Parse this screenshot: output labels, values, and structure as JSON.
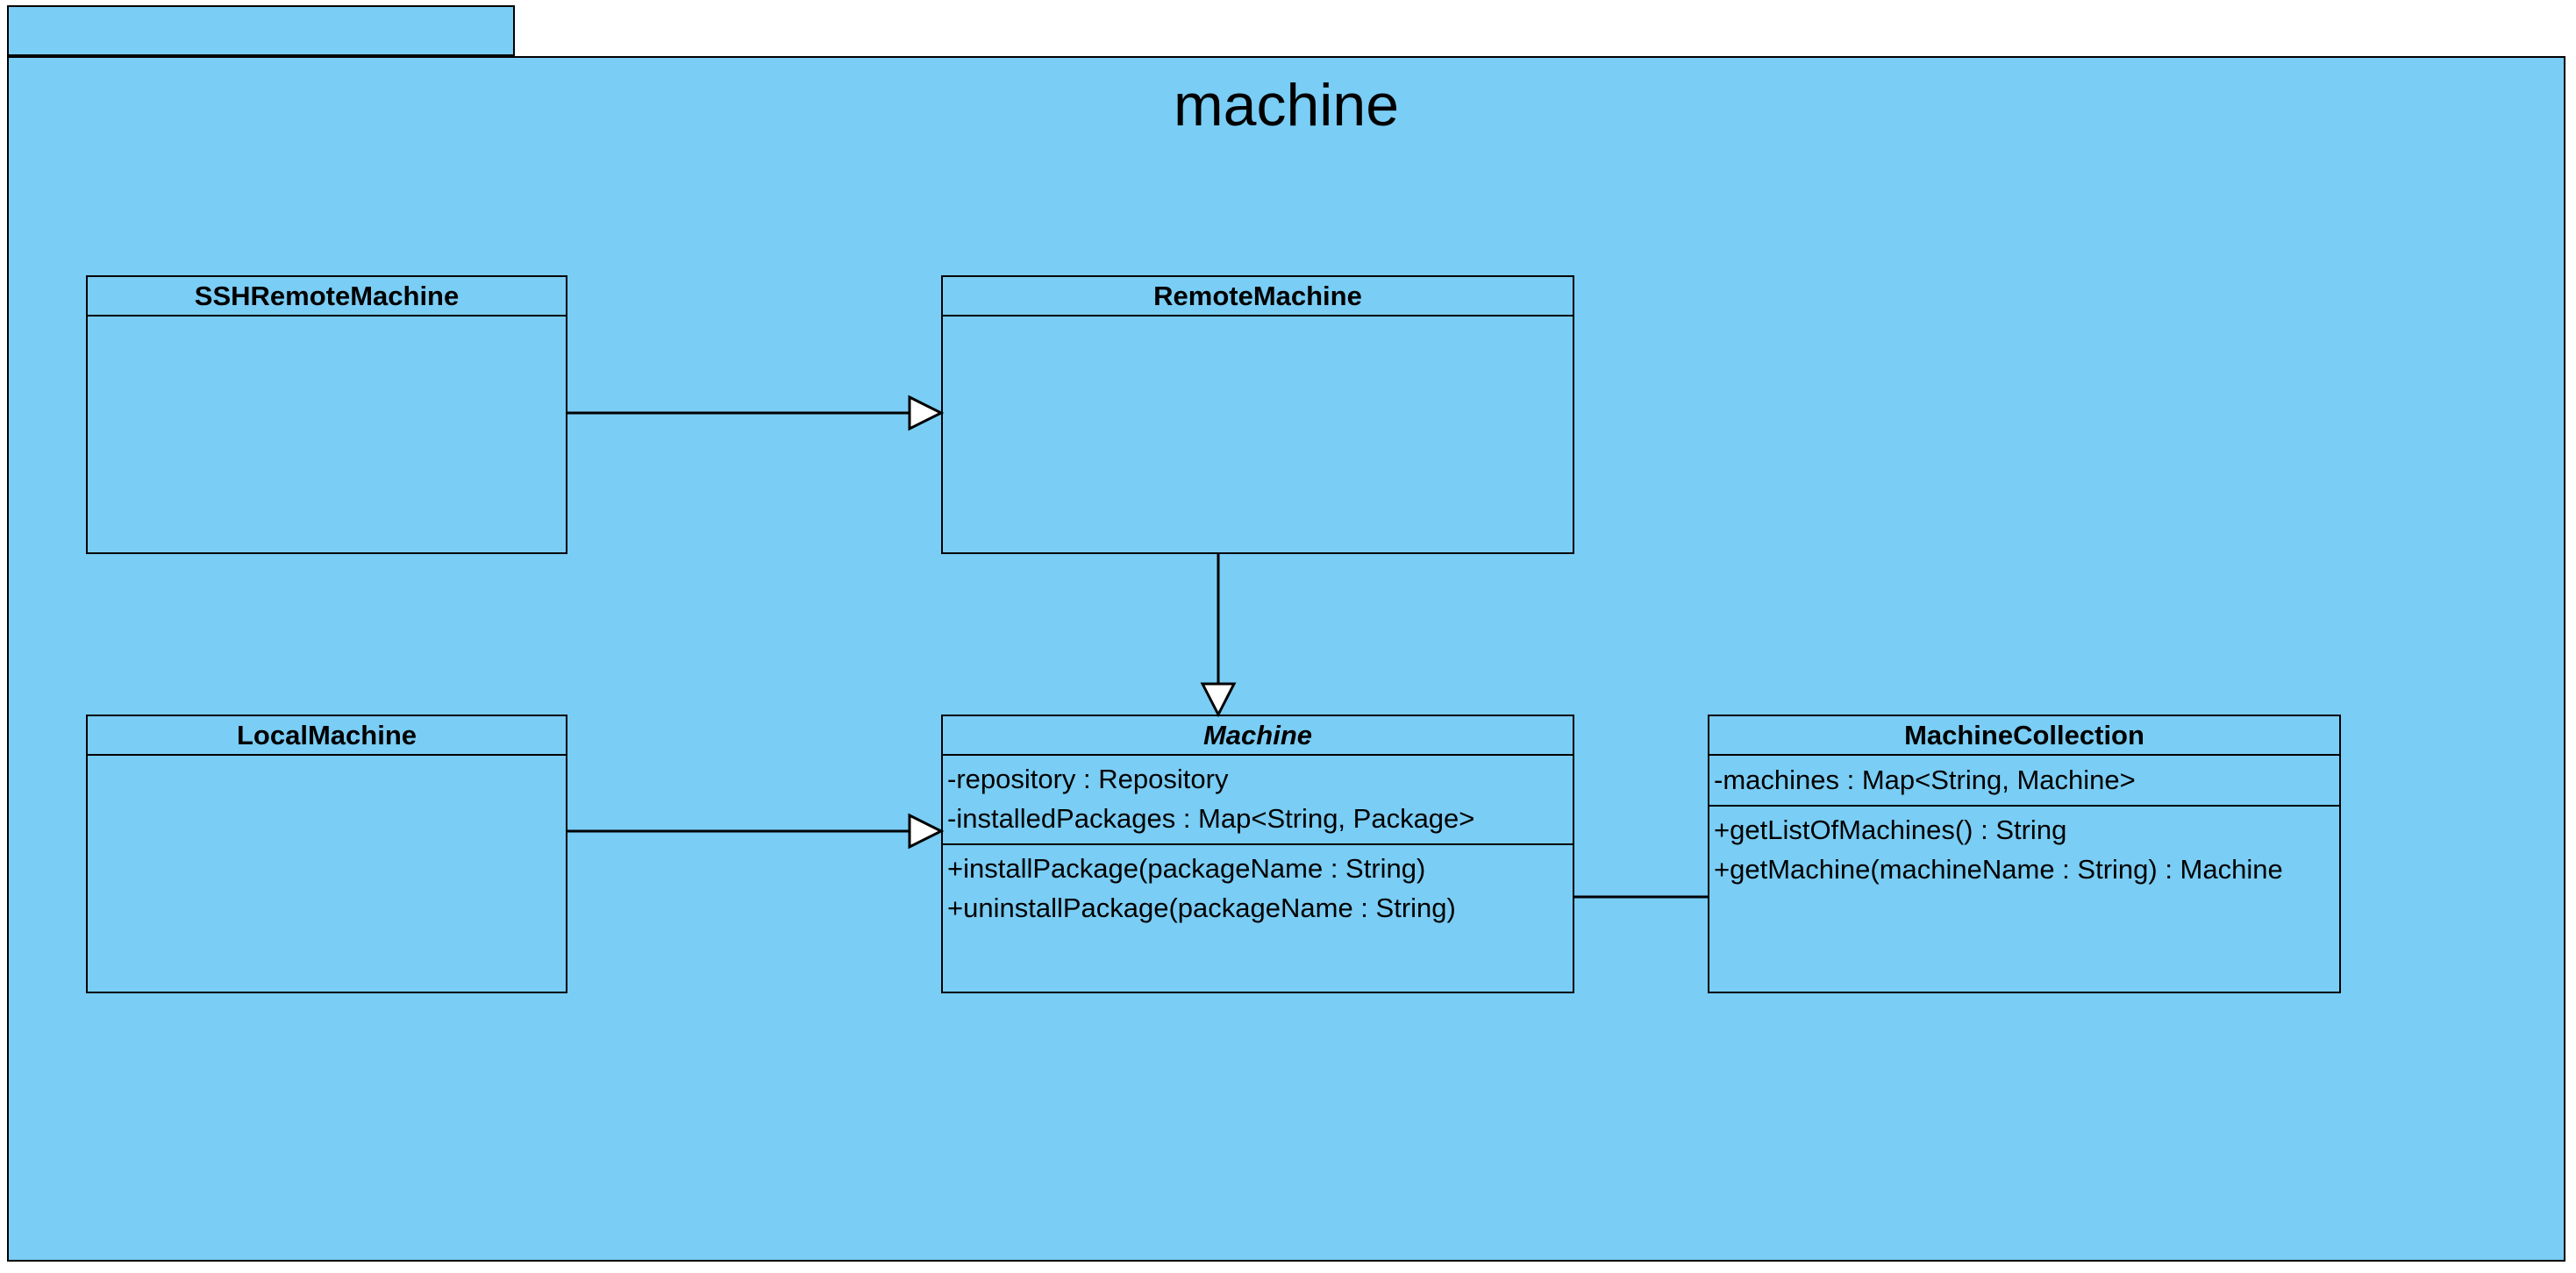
{
  "package": {
    "name": "machine",
    "fill_color": "#7acdf4"
  },
  "classes": {
    "ssh_remote_machine": {
      "name": "SSHRemoteMachine"
    },
    "remote_machine": {
      "name": "RemoteMachine"
    },
    "local_machine": {
      "name": "LocalMachine"
    },
    "machine": {
      "name": "Machine",
      "abstract": true,
      "attributes": [
        "-repository : Repository",
        "-installedPackages : Map<String, Package>"
      ],
      "operations": [
        "+installPackage(packageName : String)",
        "+uninstallPackage(packageName : String)"
      ]
    },
    "machine_collection": {
      "name": "MachineCollection",
      "attributes": [
        "-machines : Map<String, Machine>"
      ],
      "operations": [
        "+getListOfMachines() : String",
        "+getMachine(machineName : String) : Machine"
      ]
    }
  },
  "relationships": [
    {
      "type": "generalization",
      "from": "SSHRemoteMachine",
      "to": "RemoteMachine"
    },
    {
      "type": "generalization",
      "from": "RemoteMachine",
      "to": "Machine"
    },
    {
      "type": "generalization",
      "from": "LocalMachine",
      "to": "Machine"
    },
    {
      "type": "association",
      "from": "Machine",
      "to": "MachineCollection"
    }
  ]
}
